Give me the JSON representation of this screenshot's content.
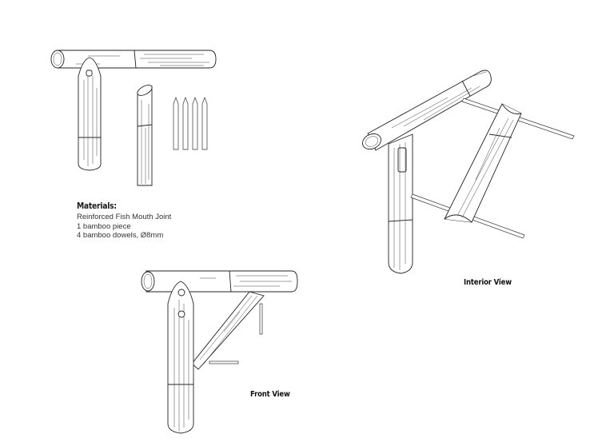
{
  "materials": {
    "heading": "Materials:",
    "lines": [
      "Reinforced Fish Mouth Joint",
      "1 bamboo piece",
      "4 bamboo dowels, Ø8mm"
    ]
  },
  "views": {
    "front": "Front View",
    "interior": "Interior View"
  },
  "components": {
    "exploded": [
      "horizontal-bamboo-pole",
      "vertical-bamboo-post",
      "bamboo-brace-piece",
      "bamboo-dowel",
      "bamboo-dowel",
      "bamboo-dowel",
      "bamboo-dowel"
    ],
    "front_view": [
      "horizontal-bamboo-pole",
      "vertical-bamboo-post",
      "diagonal-brace",
      "dowel-vertical",
      "dowel-horizontal"
    ],
    "interior_view": [
      "diagonal-bamboo-pole",
      "vertical-bamboo-post",
      "split-brace-interior",
      "dowel-upper",
      "dowel-lower"
    ]
  }
}
